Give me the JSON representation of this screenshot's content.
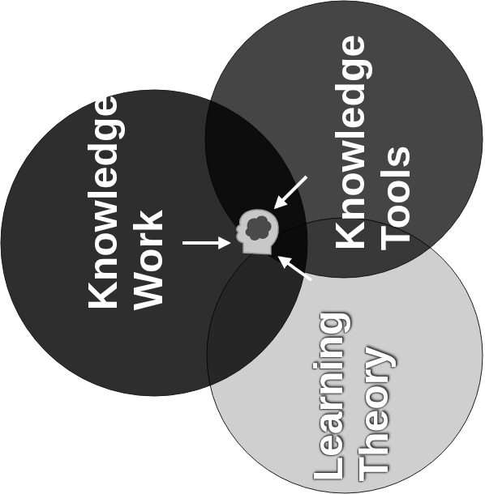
{
  "diagram": {
    "nodes": [
      {
        "text": [
          "Knowledge Work"
        ]
      },
      {
        "text": [
          "Knowledge Tools"
        ]
      },
      {
        "text": [
          "Learning Theory"
        ]
      }
    ]
  }
}
